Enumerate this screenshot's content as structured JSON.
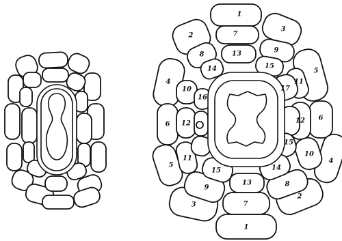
{
  "figures": [
    {
      "name": "left-section",
      "labelled": false
    },
    {
      "name": "right-section",
      "labelled": true,
      "labels": [
        "1",
        "7",
        "3",
        "2",
        "8",
        "13",
        "9",
        "14",
        "15",
        "5",
        "4",
        "10",
        "16",
        "17",
        "11",
        "6",
        "12",
        "12",
        "6",
        "15",
        "10",
        "11",
        "5",
        "4",
        "15",
        "14",
        "9",
        "13",
        "8",
        "3",
        "7",
        "2",
        "1"
      ]
    }
  ]
}
